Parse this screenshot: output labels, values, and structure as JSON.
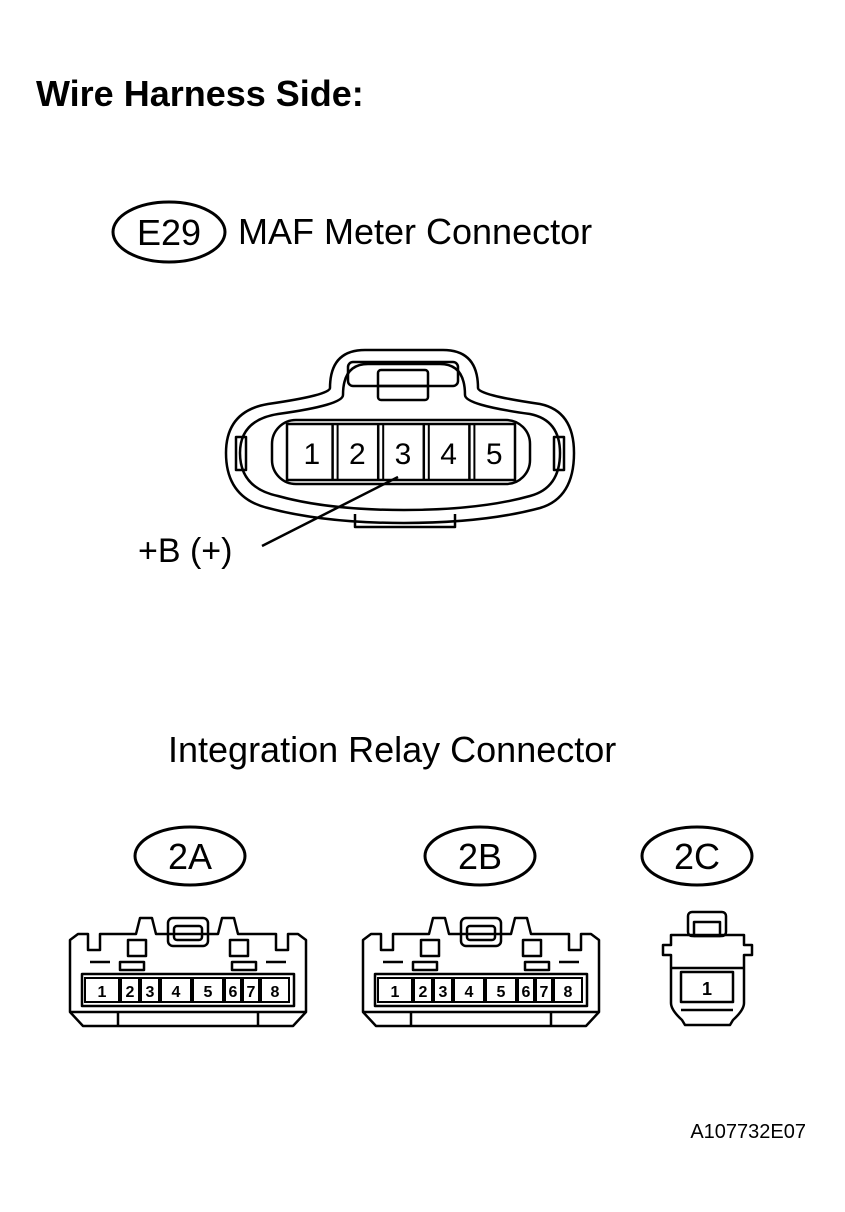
{
  "heading": "Wire Harness Side:",
  "maf_connector": {
    "code": "E29",
    "title": "MAF Meter Connector",
    "pins": [
      "1",
      "2",
      "3",
      "4",
      "5"
    ],
    "callout": "+B (+)",
    "callout_pin": "3"
  },
  "relay_section": {
    "title": "Integration Relay Connector",
    "connectors": [
      {
        "code": "2A",
        "pins": [
          "1",
          "2",
          "3",
          "4",
          "5",
          "6",
          "7",
          "8"
        ]
      },
      {
        "code": "2B",
        "pins": [
          "1",
          "2",
          "3",
          "4",
          "5",
          "6",
          "7",
          "8"
        ]
      },
      {
        "code": "2C",
        "pins": [
          "1"
        ]
      }
    ]
  },
  "figure_code": "A107732E07"
}
